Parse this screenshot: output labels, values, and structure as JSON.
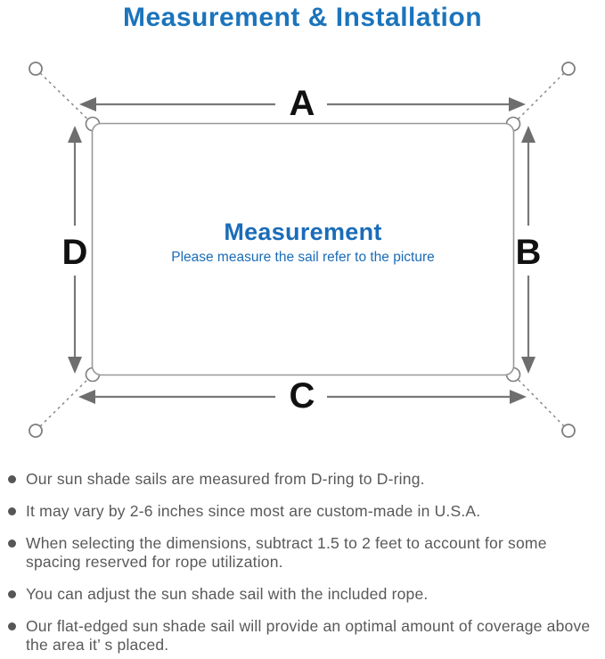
{
  "title": "Measurement & Installation",
  "diagram": {
    "label_top": "A",
    "label_right": "B",
    "label_bottom": "C",
    "label_left": "D",
    "center_heading": "Measurement",
    "center_subtitle": "Please measure the sail refer to the picture"
  },
  "notes": {
    "items": [
      "Our sun shade sails are measured from D-ring to D-ring.",
      "It may vary by 2-6 inches since most are custom-made in U.S.A.",
      "When selecting the dimensions, subtract 1.5 to 2 feet to account for some spacing reserved for rope utilization.",
      "You can adjust the sun shade sail with the included rope.",
      "Our flat-edged sun shade sail will provide an optimal amount of coverage above the area it’ s placed."
    ]
  },
  "colors": {
    "title_blue": "#1b74bc",
    "diagram_blue": "#1a6cb8",
    "line_gray": "#7e7e7e",
    "arrow_gray": "#6e6e6e",
    "label_black": "#111111",
    "note_gray": "#595959"
  }
}
